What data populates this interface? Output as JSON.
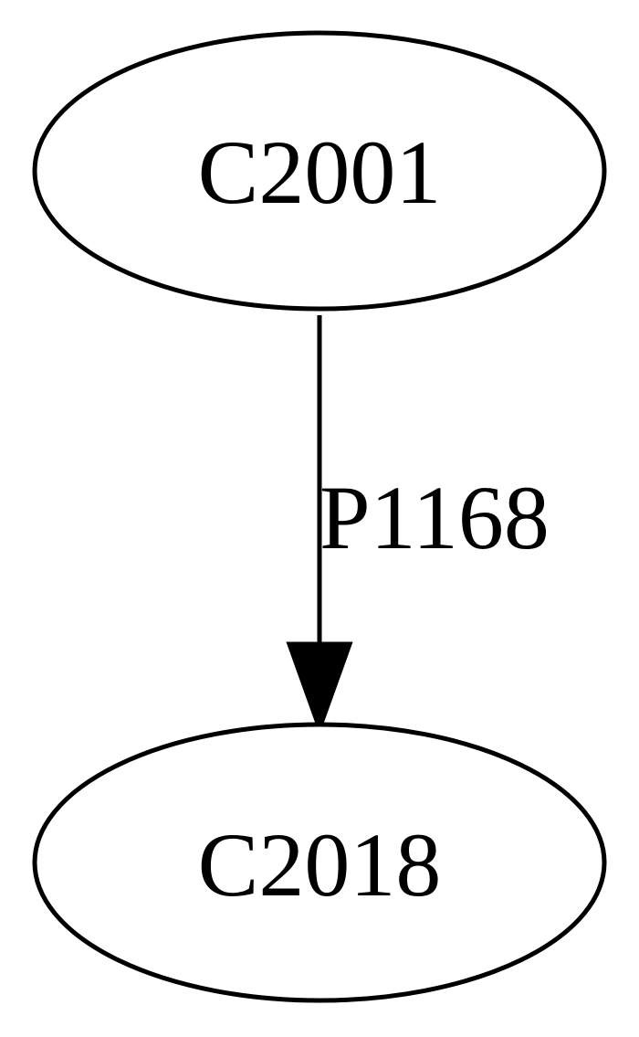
{
  "nodes": {
    "top": {
      "label": "C2001"
    },
    "bottom": {
      "label": "C2018"
    }
  },
  "edge": {
    "label": "P1168",
    "from": "C2001",
    "to": "C2018"
  }
}
